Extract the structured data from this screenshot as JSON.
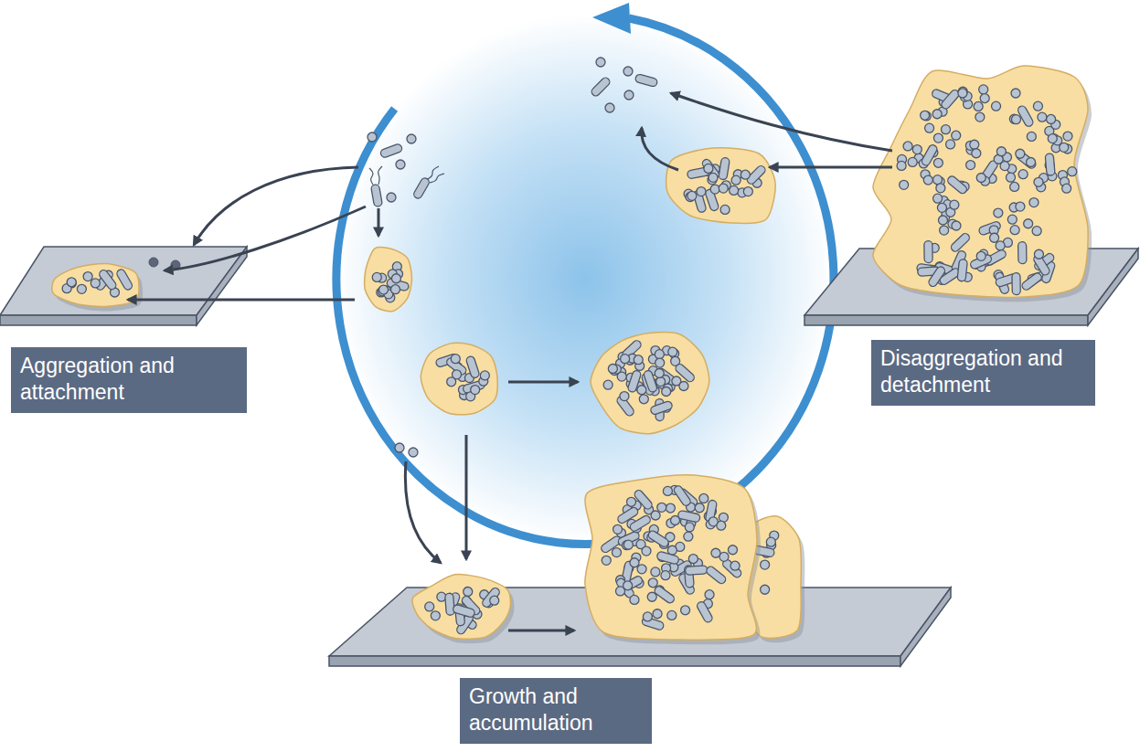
{
  "diagram": {
    "nodes": [
      {
        "text": [
          "Aggregation and attachment"
        ]
      },
      {
        "text": [
          "Disaggregation and detachment"
        ]
      },
      {
        "text": [
          "Growth and accumulation"
        ]
      }
    ]
  }
}
